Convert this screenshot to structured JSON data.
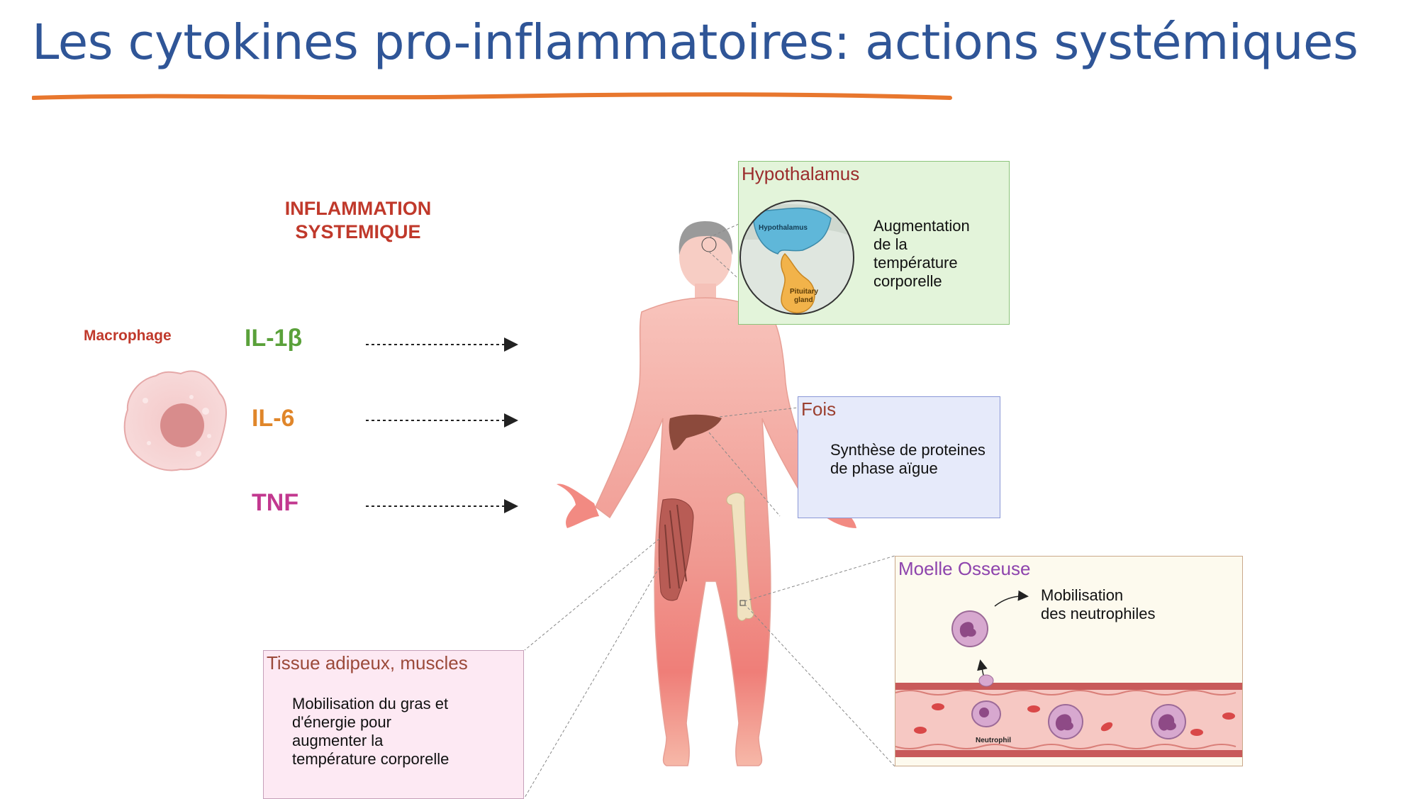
{
  "slide": {
    "title": "Les cytokines pro-inflammatoires: actions systémiques",
    "underline_color": "#e8772e"
  },
  "left_panel": {
    "heading": "INFLAMMATION SYSTEMIQUE",
    "cell_label": "Macrophage",
    "cytokines": [
      {
        "label": "IL-1β",
        "color": "#5aa13a"
      },
      {
        "label": "IL-6",
        "color": "#e0862a"
      },
      {
        "label": "TNF",
        "color": "#c2388f"
      }
    ]
  },
  "boxes": {
    "hypothalamus": {
      "title": "Hypothalamus",
      "text_lines": [
        "Augmentation",
        "de la",
        "température",
        "corporelle"
      ],
      "inset_labels": {
        "hypothalamus": "Hypothalamus",
        "pituitary_line1": "Pituitary",
        "pituitary_line2": "gland"
      }
    },
    "fois": {
      "title": "Fois",
      "text_lines": [
        "Synthèse de proteines",
        "de phase aïgue"
      ]
    },
    "moelle": {
      "title": "Moelle Osseuse",
      "text_lines": [
        "Mobilisation",
        "des neutrophiles"
      ],
      "cell_label": "Neutrophil"
    },
    "tissue": {
      "title": "Tissue adipeux, muscles",
      "text_lines": [
        "Mobilisation du gras et",
        "d'énergie pour",
        "augmenter la",
        "température corporelle"
      ]
    }
  }
}
